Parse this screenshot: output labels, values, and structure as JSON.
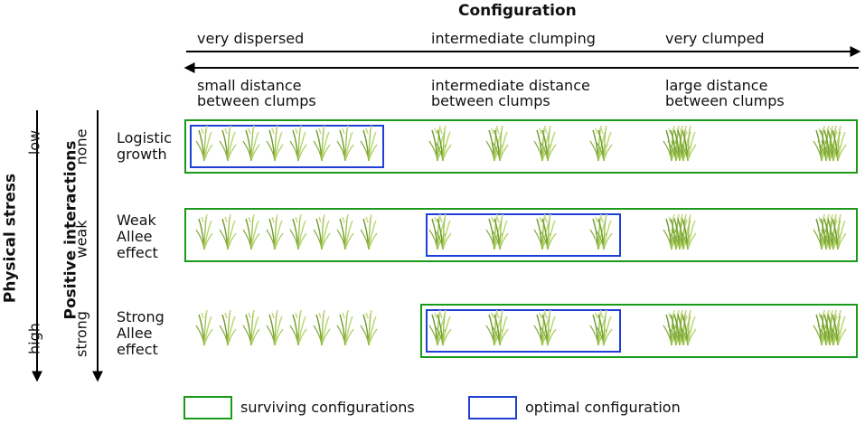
{
  "title": "Configuration",
  "top_axis": {
    "very_dispersed": "very dispersed",
    "intermediate_clumping": "intermediate clumping",
    "very_clumped": "very clumped"
  },
  "bottom_axis": {
    "small_distance": [
      "small distance",
      "between clumps"
    ],
    "intermediate_distance": [
      "intermediate distance",
      "between clumps"
    ],
    "large_distance": [
      "large distance",
      "between clumps"
    ]
  },
  "physical_stress": {
    "label": "Physical stress",
    "low": "low",
    "high": "high"
  },
  "positive_interactions": {
    "label": "Positive interactions",
    "none": "none",
    "weak": "weak",
    "strong": "strong"
  },
  "rows": [
    {
      "label": [
        "Logistic",
        "growth"
      ]
    },
    {
      "label": [
        "Weak",
        "Allee",
        "effect"
      ]
    },
    {
      "label": [
        "Strong",
        "Allee",
        "effect"
      ]
    }
  ],
  "legend": {
    "surviving": "surviving configurations",
    "optimal": "optimal configuration"
  },
  "colors": {
    "surviving": "#1a9a1a",
    "optimal": "#1f3fd6",
    "plant_light": "#b8d66a",
    "plant_dark": "#6f9a2e"
  }
}
